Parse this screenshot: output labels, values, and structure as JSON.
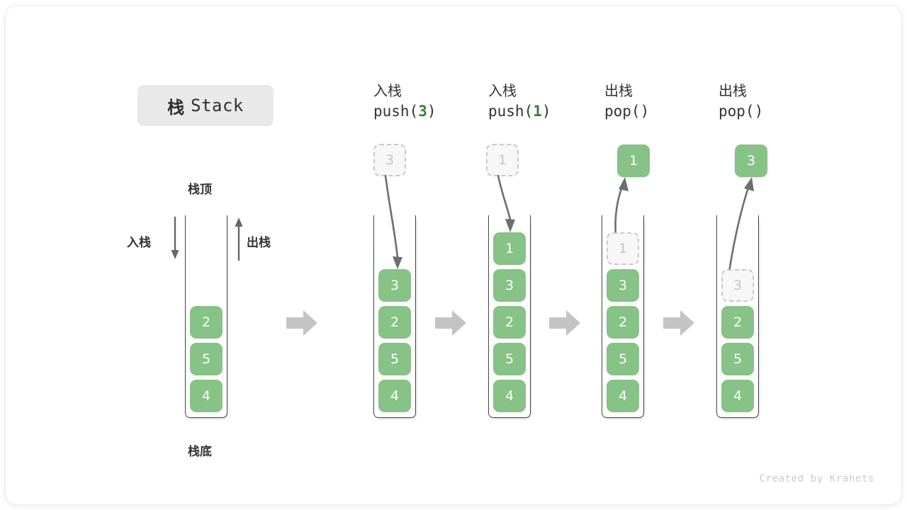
{
  "frame": {
    "title_cjk": "栈",
    "title_latin": "Stack",
    "watermark": "Created by Krahets"
  },
  "colors": {
    "cell_fill": "#87c287",
    "cell_text": "#ffffff",
    "ghost_fill": "#f7f7f7",
    "ghost_border": "#c9c9c9",
    "ghost_text": "#c4c4c4",
    "accent_green": "#36813f",
    "arrow_gray": "#6e6e6e",
    "block_arrow_gray": "#c4c4c4",
    "container_border": "#444444",
    "title_chip_bg": "#e9e9e9",
    "watermark": "#cccccc"
  },
  "base_stack": {
    "top_label": "栈顶",
    "bottom_label": "栈底",
    "push_label": "入栈",
    "pop_label": "出栈",
    "cells": [
      "2",
      "5",
      "4"
    ]
  },
  "stages": [
    {
      "id": "push-3",
      "op_label": "入栈",
      "code_prefix": "push(",
      "code_arg": "3",
      "code_suffix": ")",
      "kind": "push",
      "moving_value": "3",
      "ghost_value": "3",
      "cells": [
        "3",
        "2",
        "5",
        "4"
      ]
    },
    {
      "id": "push-1",
      "op_label": "入栈",
      "code_prefix": "push(",
      "code_arg": "1",
      "code_suffix": ")",
      "kind": "push",
      "moving_value": "1",
      "ghost_value": "1",
      "cells": [
        "1",
        "3",
        "2",
        "5",
        "4"
      ]
    },
    {
      "id": "pop-1",
      "op_label": "出栈",
      "code_prefix": "pop(",
      "code_arg": "",
      "code_suffix": ")",
      "kind": "pop",
      "moving_value": "1",
      "ghost_value": "1",
      "cells": [
        "1",
        "3",
        "2",
        "5",
        "4"
      ]
    },
    {
      "id": "pop-3",
      "op_label": "出栈",
      "code_prefix": "pop(",
      "code_arg": "",
      "code_suffix": ")",
      "kind": "pop",
      "moving_value": "3",
      "ghost_value": "3",
      "cells": [
        "3",
        "2",
        "5",
        "4"
      ]
    }
  ],
  "chart_data": {
    "type": "diagram",
    "title": "栈 Stack",
    "description": "Stack push/pop operation sequence",
    "initial_stack_top_to_bottom": [
      "2",
      "5",
      "4"
    ],
    "operations": [
      {
        "op": "push",
        "arg": "3",
        "stack_after_top_to_bottom": [
          "3",
          "2",
          "5",
          "4"
        ]
      },
      {
        "op": "push",
        "arg": "1",
        "stack_after_top_to_bottom": [
          "1",
          "3",
          "2",
          "5",
          "4"
        ]
      },
      {
        "op": "pop",
        "arg": "",
        "returns": "1",
        "stack_after_top_to_bottom": [
          "3",
          "2",
          "5",
          "4"
        ]
      },
      {
        "op": "pop",
        "arg": "",
        "returns": "3",
        "stack_after_top_to_bottom": [
          "2",
          "5",
          "4"
        ]
      }
    ]
  }
}
